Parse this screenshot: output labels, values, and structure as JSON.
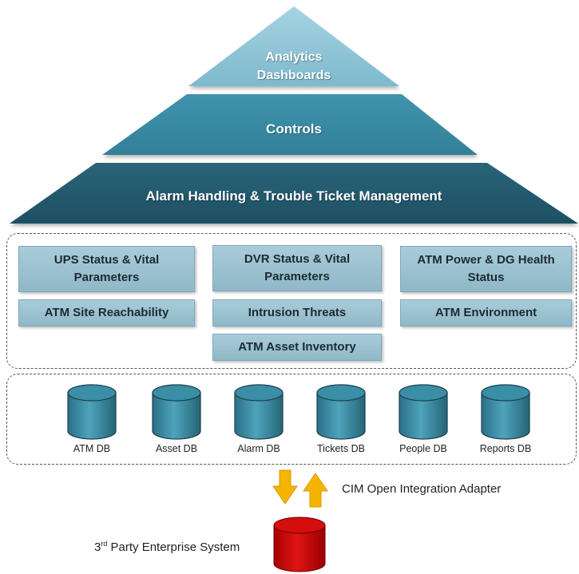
{
  "pyramid": {
    "top": [
      "Analytics",
      "Dashboards"
    ],
    "middle": "Controls",
    "base": "Alarm Handling & Trouble Ticket Management"
  },
  "modules": {
    "ups": [
      "UPS Status & Vital",
      "Parameters"
    ],
    "site_reach": "ATM Site Reachability",
    "dvr": [
      "DVR Status & Vital",
      "Parameters"
    ],
    "intrusion": "Intrusion Threats",
    "asset_inventory": "ATM Asset Inventory",
    "power": [
      "ATM Power & DG Health",
      "Status"
    ],
    "environment": "ATM Environment"
  },
  "databases": [
    "ATM DB",
    "Asset DB",
    "Alarm DB",
    "Tickets DB",
    "People DB",
    "Reports DB"
  ],
  "adapter_label": "CIM Open Integration Adapter",
  "enterprise": {
    "prefix": "3",
    "superscript": "rd",
    "suffix": " Party Enterprise System"
  },
  "colors": {
    "pyramid_top": "#8cc4d6",
    "pyramid_mid": "#3c8ba3",
    "pyramid_base": "#24596d",
    "module_fill": "#a9ccd9",
    "db_fill": "#3a8ea6",
    "enterprise_db": "#cc0000",
    "arrow": "#f5b400"
  }
}
